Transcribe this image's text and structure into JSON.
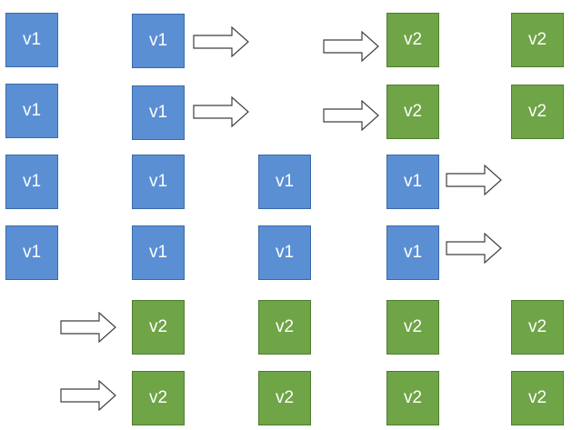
{
  "rows": [
    [
      {
        "type": "box",
        "label": "v1",
        "color": "#5b8fd4"
      },
      {
        "type": "box",
        "label": "v1",
        "color": "#5b8fd4"
      },
      {
        "type": "arrow"
      },
      {
        "type": "arrow"
      },
      {
        "type": "box",
        "label": "v2",
        "color": "#6fa447"
      },
      {
        "type": "box",
        "label": "v2",
        "color": "#6fa447"
      }
    ],
    [
      {
        "type": "box",
        "label": "v1",
        "color": "#5b8fd4"
      },
      {
        "type": "box",
        "label": "v1",
        "color": "#5b8fd4"
      },
      {
        "type": "arrow"
      },
      {
        "type": "arrow"
      },
      {
        "type": "box",
        "label": "v2",
        "color": "#6fa447"
      },
      {
        "type": "box",
        "label": "v2",
        "color": "#6fa447"
      }
    ],
    [
      {
        "type": "box",
        "label": "v1",
        "color": "#5b8fd4"
      },
      {
        "type": "box",
        "label": "v1",
        "color": "#5b8fd4"
      },
      {
        "type": "box",
        "label": "v1",
        "color": "#5b8fd4"
      },
      {
        "type": "box",
        "label": "v1",
        "color": "#5b8fd4"
      },
      {
        "type": "arrow"
      }
    ],
    [
      {
        "type": "box",
        "label": "v1",
        "color": "#5b8fd4"
      },
      {
        "type": "box",
        "label": "v1",
        "color": "#5b8fd4"
      },
      {
        "type": "box",
        "label": "v1",
        "color": "#5b8fd4"
      },
      {
        "type": "box",
        "label": "v1",
        "color": "#5b8fd4"
      },
      {
        "type": "arrow"
      }
    ],
    [
      {
        "type": "arrow"
      },
      {
        "type": "box",
        "label": "v2",
        "color": "#6fa447"
      },
      {
        "type": "box",
        "label": "v2",
        "color": "#6fa447"
      },
      {
        "type": "box",
        "label": "v2",
        "color": "#6fa447"
      },
      {
        "type": "box",
        "label": "v2",
        "color": "#6fa447"
      }
    ],
    [
      {
        "type": "arrow"
      },
      {
        "type": "box",
        "label": "v2",
        "color": "#6fa447"
      },
      {
        "type": "box",
        "label": "v2",
        "color": "#6fa447"
      },
      {
        "type": "box",
        "label": "v2",
        "color": "#6fa447"
      },
      {
        "type": "box",
        "label": "v2",
        "color": "#6fa447"
      }
    ]
  ]
}
